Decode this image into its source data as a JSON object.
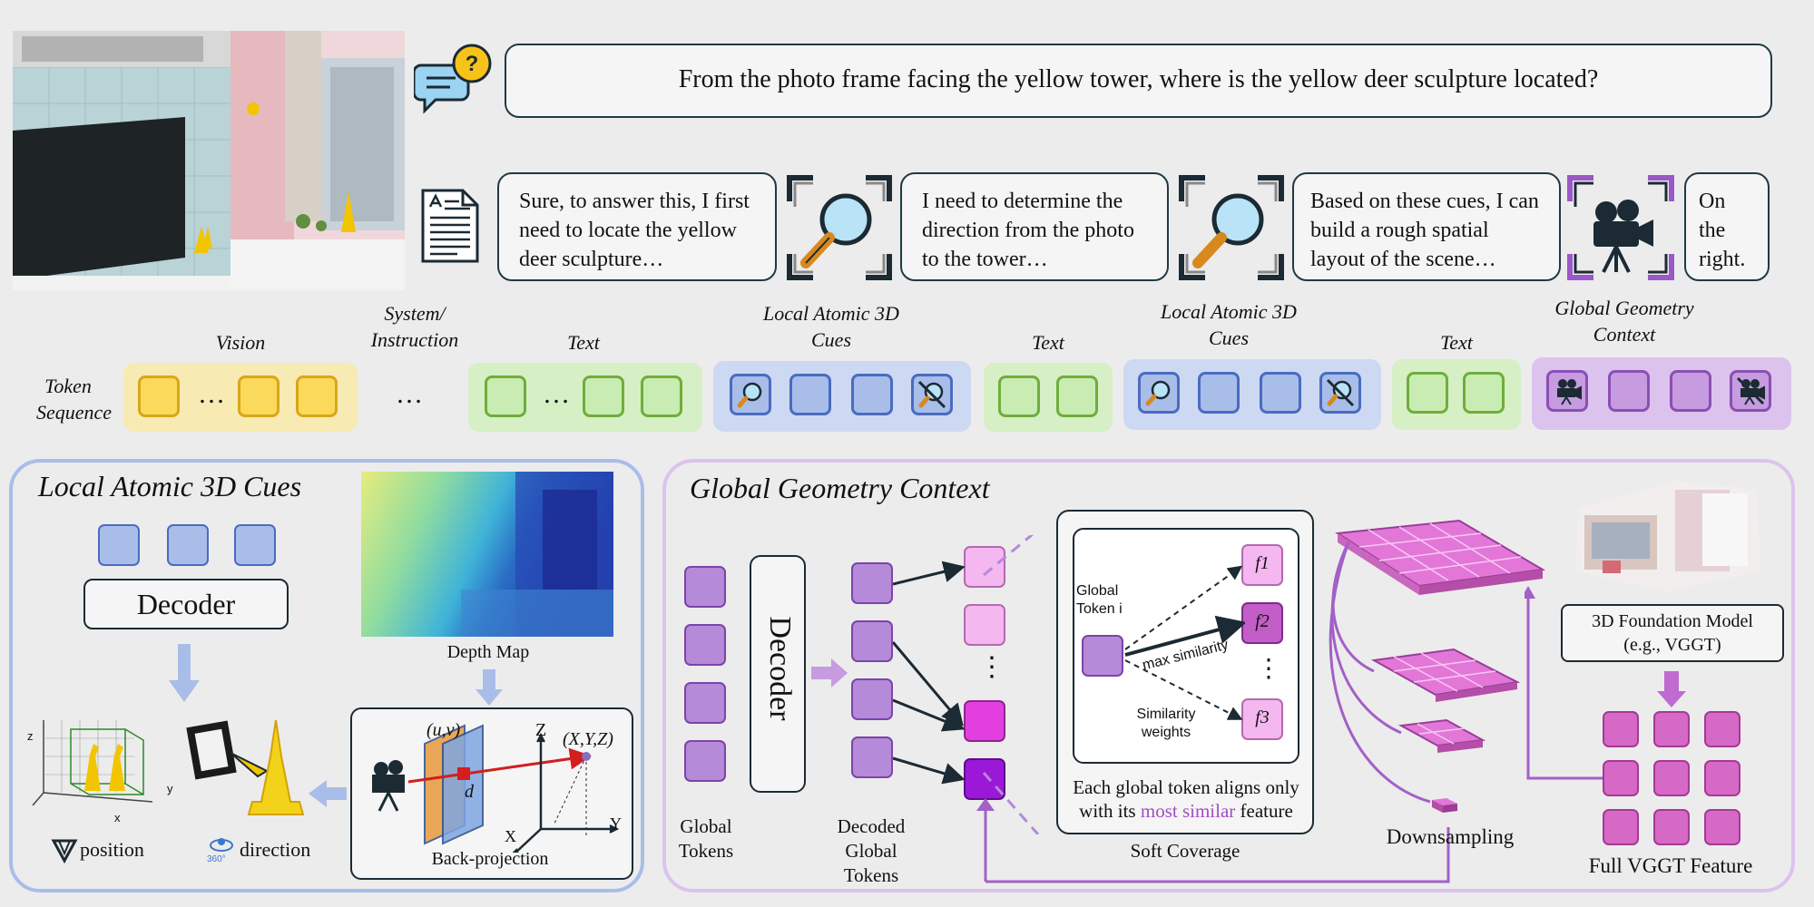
{
  "question": "From the photo frame facing the yellow tower, where is the yellow deer sculpture located?",
  "answer_steps": [
    "Sure, to answer this, I first need to locate the yellow deer sculpture…",
    "I need to determine  the direction from the photo to the tower…",
    "Based on these cues, I can build a rough spatial layout of the scene…",
    "On the right."
  ],
  "token_sequence": {
    "row_label": "Token Sequence",
    "ellipsis": "…",
    "segments": [
      {
        "label": "Vision",
        "color": "#fbd95a"
      },
      {
        "label": "System/ Instruction"
      },
      {
        "label": "Text",
        "color": "#c9ecb2"
      },
      {
        "label": "Local Atomic 3D Cues",
        "color": "#a9bde9"
      },
      {
        "label": "Text",
        "color": "#c9ecb2"
      },
      {
        "label": "Local Atomic 3D Cues",
        "color": "#a9bde9"
      },
      {
        "label": "Text",
        "color": "#c9ecb2"
      },
      {
        "label": "Global Geometry Context",
        "color": "#c69be0"
      }
    ]
  },
  "local_panel": {
    "title": "Local Atomic 3D Cues",
    "decoder": "Decoder",
    "depth_map": "Depth Map",
    "back_projection": "Back-projection",
    "uv": "(u,v)",
    "xyz": "(X,Y,Z)",
    "axis_x": "X",
    "axis_y": "Y",
    "axis_z": "Z",
    "d": "d",
    "position": "position",
    "direction": "direction",
    "icon_360": "360°",
    "small_axis_z": "z",
    "small_axis_x": "x",
    "small_axis_y": "y"
  },
  "global_panel": {
    "title": "Global Geometry Context",
    "decoder": "Decoder",
    "global_tokens": "Global Tokens",
    "decoded_tokens": "Decoded Global Tokens",
    "vdots": "⋮",
    "global_token_i": "Global Token i",
    "max_similarity": "max similarity",
    "similarity_weights": "Similarity weights",
    "f1": "f1",
    "f2": "f2",
    "f3": "f3",
    "align_text_1": "Each global token aligns only",
    "align_text_2a": "with its ",
    "align_text_highlight": "most similar",
    "align_text_2b": " feature",
    "soft_coverage": "Soft Coverage",
    "downsampling": "Downsampling",
    "foundation_model": "3D Foundation Model (e.g., VGGT)",
    "full_feature": "Full VGGT Feature",
    "highlight_color": "#a04fc0"
  }
}
